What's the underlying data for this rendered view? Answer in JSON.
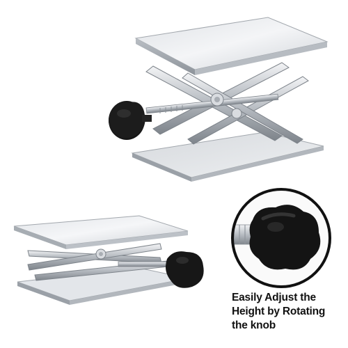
{
  "caption": {
    "line1": "Easily Adjust the",
    "line2": "Height by Rotating",
    "line3": "the knob"
  },
  "colors": {
    "steel_light": "#e9ebee",
    "steel_mid": "#c3c7cc",
    "steel_dark": "#8e949b",
    "knob": "#121212",
    "circle_border": "#111111",
    "text": "#111111"
  },
  "icons": {
    "top_image": "lab-jack-raised-photo",
    "bottom_image": "lab-jack-lowered-photo",
    "zoom_image": "knob-closeup-photo"
  }
}
